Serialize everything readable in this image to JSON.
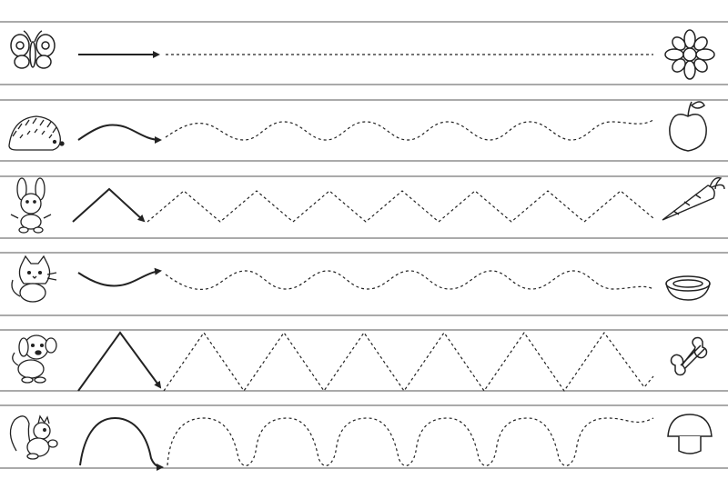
{
  "worksheet": {
    "rows": [
      {
        "start_icon": "butterfly-icon",
        "pattern": "straight-line",
        "end_icon": "flower-icon"
      },
      {
        "start_icon": "hedgehog-icon",
        "pattern": "gentle-wave",
        "end_icon": "apple-icon"
      },
      {
        "start_icon": "rabbit-icon",
        "pattern": "zigzag",
        "end_icon": "carrot-icon"
      },
      {
        "start_icon": "cat-icon",
        "pattern": "gentle-wave",
        "end_icon": "bowl-icon"
      },
      {
        "start_icon": "dog-icon",
        "pattern": "tall-zigzag",
        "end_icon": "bone-icon"
      },
      {
        "start_icon": "squirrel-icon",
        "pattern": "arches",
        "end_icon": "mushroom-icon"
      }
    ],
    "colors": {
      "ink": "#222222",
      "guide_line": "#555555",
      "paper": "#ffffff"
    }
  }
}
